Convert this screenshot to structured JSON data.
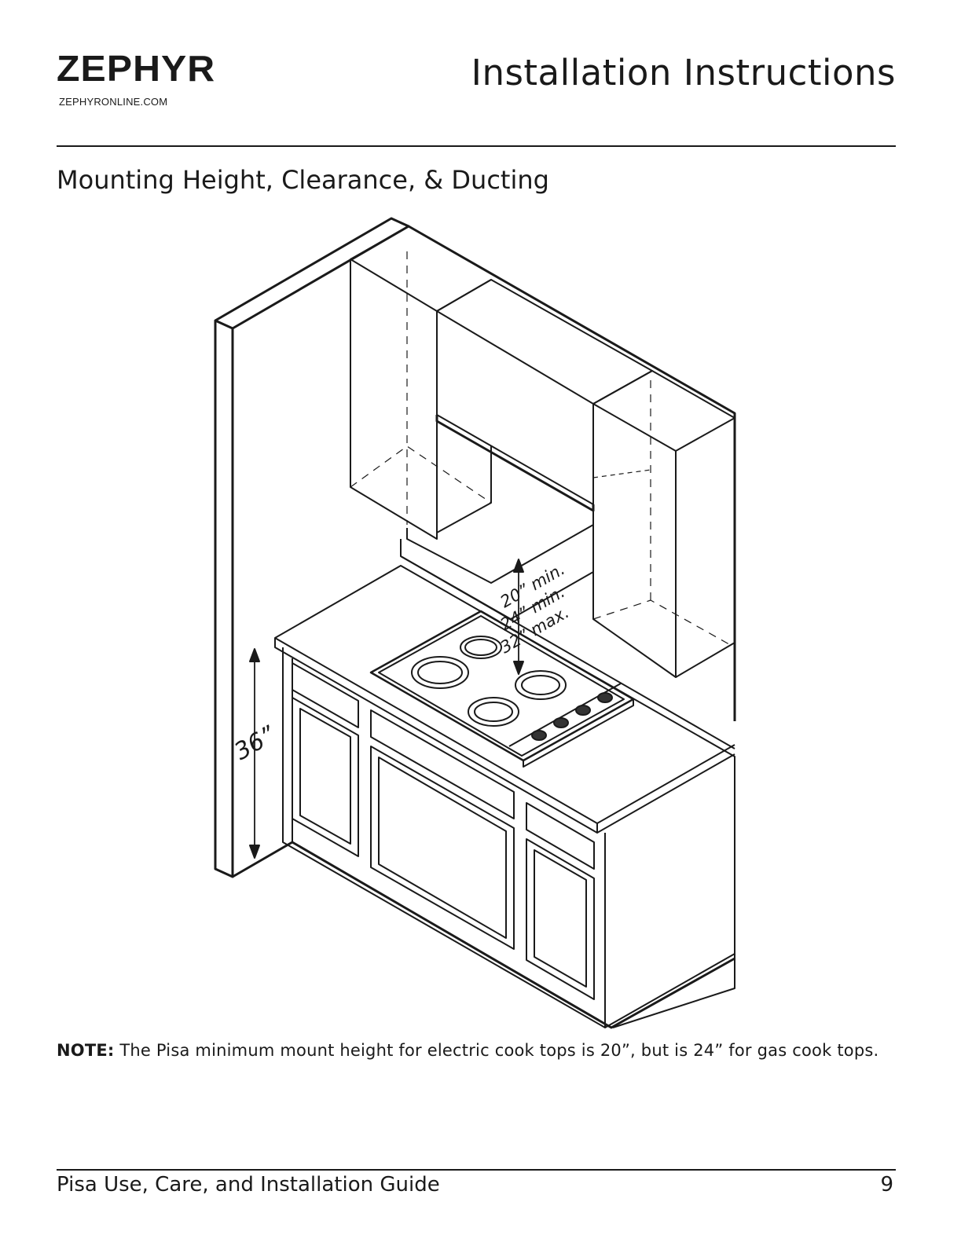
{
  "header": {
    "logo_text": "ZEPHYR",
    "website": "ZEPHYRONLINE.COM",
    "title": "Installation Instructions"
  },
  "section": {
    "heading": "Mounting Height, Clearance, & Ducting"
  },
  "figure": {
    "labels": {
      "counter_height": "36”",
      "min_electric": "20” min.",
      "min_gas": "24” min.",
      "max_height": "32” max."
    }
  },
  "note": {
    "label": "NOTE:",
    "text": " The Pisa minimum mount height for electric cook tops is 20”, but is 24” for gas cook tops."
  },
  "footer": {
    "title": "Pisa Use, Care, and Installation Guide",
    "page_number": "9"
  }
}
